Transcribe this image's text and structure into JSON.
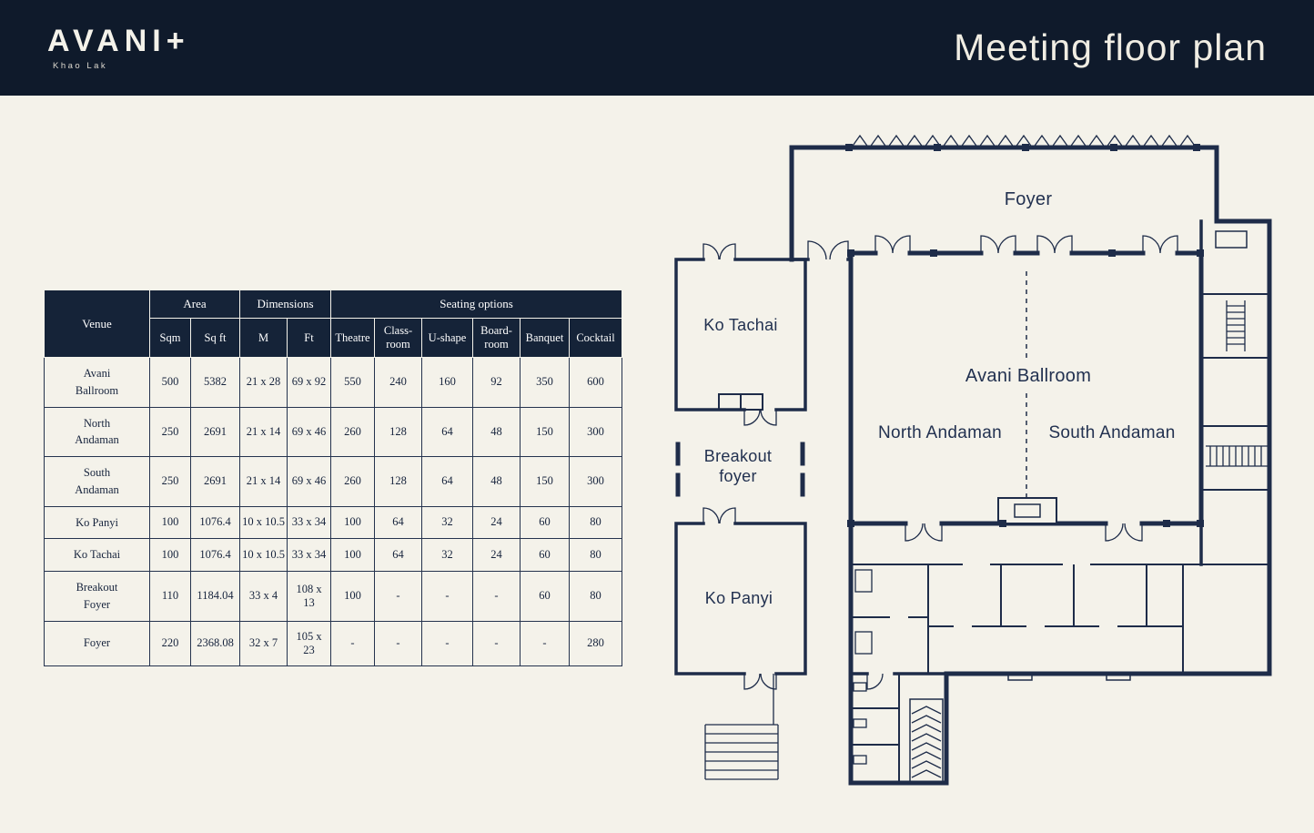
{
  "header": {
    "brand": "AVANI+",
    "brand_sub": "Khao Lak",
    "title": "Meeting floor plan"
  },
  "colors": {
    "topbar_bg": "#0f1a2b",
    "background": "#f4f2ea",
    "ink": "#1e2c49",
    "table_header_bg": "#152338"
  },
  "table": {
    "header": {
      "venue": "Venue",
      "area": "Area",
      "dimensions": "Dimensions",
      "seating": "Seating options",
      "subs": [
        "Sqm",
        "Sq ft",
        "M",
        "Ft",
        "Theatre",
        "Class-room",
        "U-shape",
        "Board-room",
        "Banquet",
        "Cocktail"
      ]
    },
    "rows": [
      {
        "venue": "Avani Ballroom",
        "cells": [
          "500",
          "5382",
          "21 x 28",
          "69 x 92",
          "550",
          "240",
          "160",
          "92",
          "350",
          "600"
        ]
      },
      {
        "venue": "North Andaman",
        "cells": [
          "250",
          "2691",
          "21 x 14",
          "69 x 46",
          "260",
          "128",
          "64",
          "48",
          "150",
          "300"
        ]
      },
      {
        "venue": "South Andaman",
        "cells": [
          "250",
          "2691",
          "21 x 14",
          "69 x 46",
          "260",
          "128",
          "64",
          "48",
          "150",
          "300"
        ]
      },
      {
        "venue": "Ko Panyi",
        "cells": [
          "100",
          "1076.4",
          "10 x 10.5",
          "33 x 34",
          "100",
          "64",
          "32",
          "24",
          "60",
          "80"
        ]
      },
      {
        "venue": "Ko Tachai",
        "cells": [
          "100",
          "1076.4",
          "10 x 10.5",
          "33 x 34",
          "100",
          "64",
          "32",
          "24",
          "60",
          "80"
        ]
      },
      {
        "venue": "Breakout Foyer",
        "cells": [
          "110",
          "1184.04",
          "33 x 4",
          "108 x 13",
          "100",
          "-",
          "-",
          "-",
          "60",
          "80"
        ]
      },
      {
        "venue": "Foyer",
        "cells": [
          "220",
          "2368.08",
          "32 x 7",
          "105 x 23",
          "-",
          "-",
          "-",
          "-",
          "-",
          "280"
        ]
      }
    ]
  },
  "floorplan": {
    "labels": {
      "foyer": "Foyer",
      "avani_ballroom": "Avani Ballroom",
      "north_andaman": "North Andaman",
      "south_andaman": "South Andaman",
      "ko_tachai": "Ko Tachai",
      "breakout_line1": "Breakout",
      "breakout_line2": "foyer",
      "ko_panyi": "Ko Panyi"
    }
  }
}
